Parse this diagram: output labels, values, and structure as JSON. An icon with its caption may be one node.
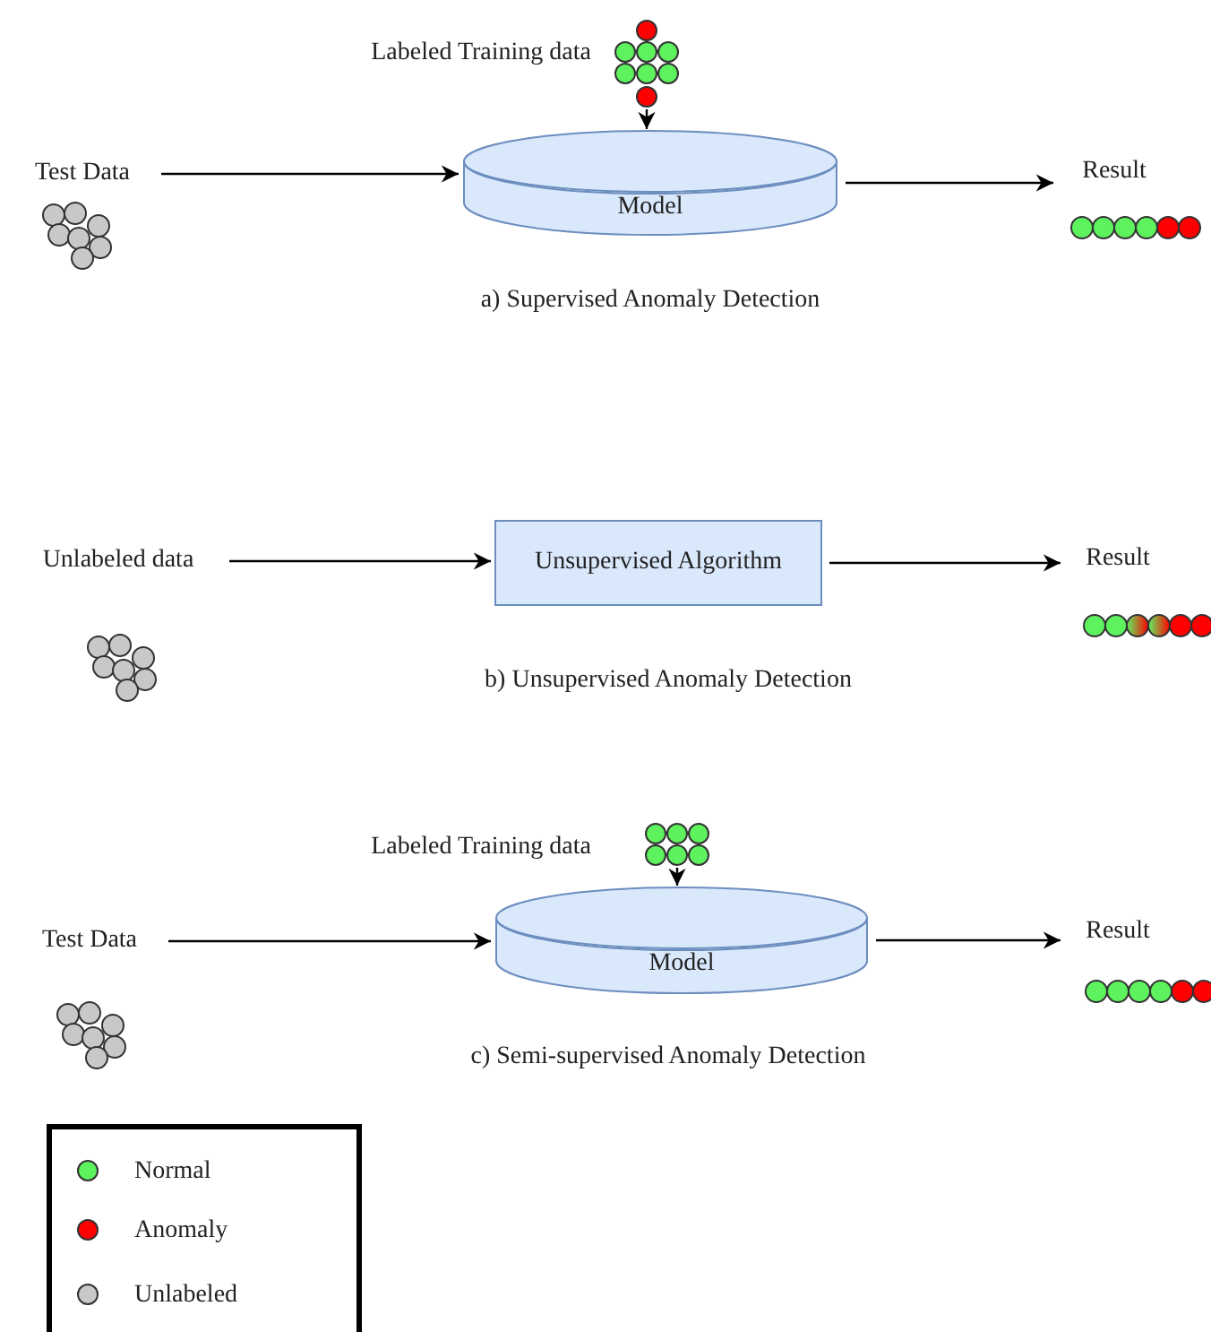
{
  "diagram": {
    "nodes": [
      {
        "text": [
          "Test Data"
        ]
      },
      {
        "text": [],
        "shape": "picture"
      },
      {
        "text": [
          "Model"
        ]
      },
      {
        "text": [
          "Result"
        ]
      },
      {
        "text": [
          "Unlabeled data"
        ]
      },
      {
        "text": [
          "Unsupervised Algorithm"
        ]
      },
      {
        "text": [
          "Result"
        ]
      },
      {
        "text": [
          "Test Data"
        ]
      },
      {
        "text": [],
        "shape": "picture"
      },
      {
        "text": [
          "Model"
        ]
      },
      {
        "text": [
          "Result"
        ]
      }
    ],
    "edges": [
      {
        "from": 0,
        "to": 2,
        "arrow": "to"
      },
      {
        "from": 1,
        "to": 2,
        "arrow": "to"
      },
      {
        "from": 2,
        "to": 3,
        "arrow": "to"
      },
      {
        "from": 4,
        "to": 5,
        "arrow": "to"
      },
      {
        "from": 5,
        "to": 6,
        "arrow": "to"
      },
      {
        "from": 7,
        "to": 9,
        "arrow": "to"
      },
      {
        "from": 8,
        "to": 9,
        "arrow": "to"
      },
      {
        "from": 9,
        "to": 10,
        "arrow": "to"
      }
    ],
    "labels": [
      "Labeled Training data",
      "a) Supervised Anomaly Detection",
      "b) Unsupervised Anomaly Detection",
      "Labeled Training data",
      "c) Semi-supervised Anomaly Detection"
    ],
    "legend": [
      {
        "text": "Normal",
        "color": "#5ef25e"
      },
      {
        "text": "Anomaly",
        "color": "#ff0000"
      },
      {
        "text": "Unlabeled",
        "color": "#c8c8c8"
      }
    ]
  }
}
